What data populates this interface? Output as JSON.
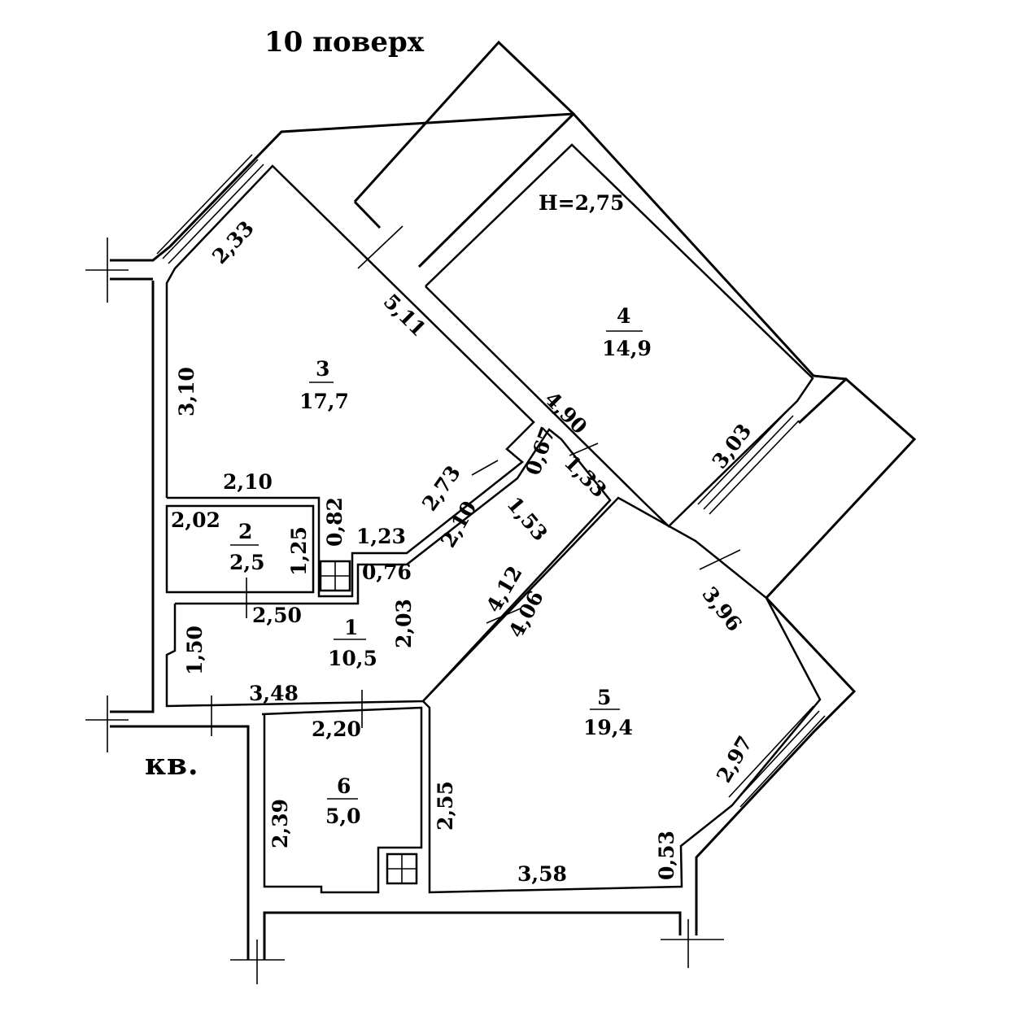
{
  "floor_title": "10 поверх",
  "apartment_label": "кв.",
  "ceiling_height": "H=2,75",
  "rooms": [
    {
      "number": "1",
      "area": "10,5"
    },
    {
      "number": "2",
      "area": "2,5"
    },
    {
      "number": "3",
      "area": "17,7"
    },
    {
      "number": "4",
      "area": "14,9"
    },
    {
      "number": "5",
      "area": "19,4"
    },
    {
      "number": "6",
      "area": "5,0"
    }
  ],
  "dimensions": {
    "d_2_33": "2,33",
    "d_5_11": "5,11",
    "d_3_10": "3,10",
    "d_2_10a": "2,10",
    "d_2_02": "2,02",
    "d_0_82": "0,82",
    "d_1_25": "1,25",
    "d_1_23": "1,23",
    "d_2_73": "2,73",
    "d_2_10b": "2,10",
    "d_0_67": "0,67",
    "d_4_90": "4,90",
    "d_1_33": "1,33",
    "d_1_53": "1,53",
    "d_0_76": "0,76",
    "d_2_50": "2,50",
    "d_4_12": "4,12",
    "d_4_06": "4,06",
    "d_2_03": "2,03",
    "d_1_50": "1,50",
    "d_3_48": "3,48",
    "d_2_20": "2,20",
    "d_3_03": "3,03",
    "d_3_96": "3,96",
    "d_2_97": "2,97",
    "d_2_55": "2,55",
    "d_2_39": "2,39",
    "d_3_58": "3,58",
    "d_0_53": "0,53"
  }
}
